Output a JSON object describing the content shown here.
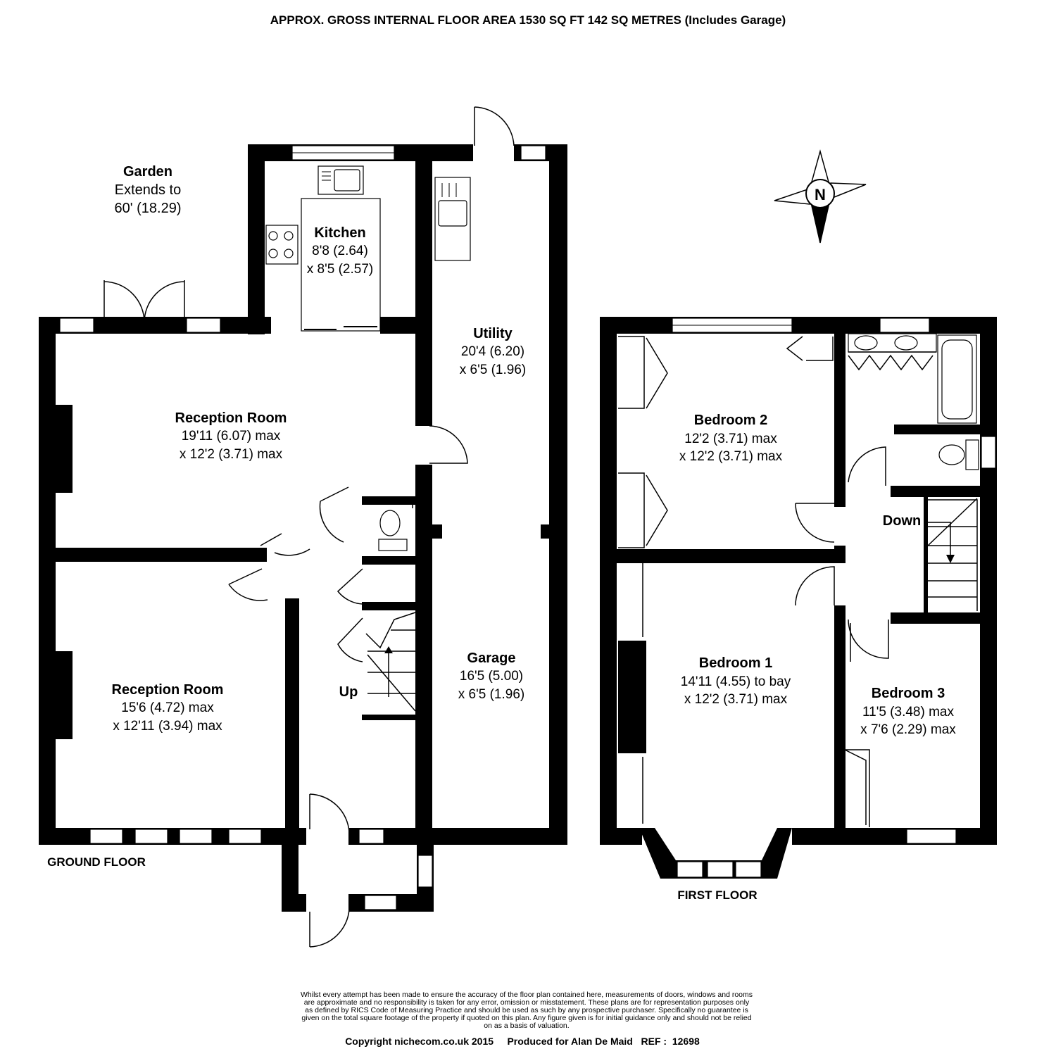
{
  "header": {
    "title": "APPROX. GROSS INTERNAL FLOOR AREA 1530 SQ FT 142 SQ METRES (Includes Garage)"
  },
  "garden": {
    "name": "Garden",
    "line1": "Extends to",
    "line2": "60' (18.29)"
  },
  "compass": {
    "label": "N"
  },
  "ground_floor": {
    "label": "GROUND FLOOR",
    "rooms": [
      {
        "name": "Kitchen",
        "dim1": "8'8 (2.64)",
        "dim2": "x 8'5 (2.57)"
      },
      {
        "name": "Utility",
        "dim1": "20'4 (6.20)",
        "dim2": "x 6'5 (1.96)"
      },
      {
        "name": "Reception Room",
        "dim1": "19'11 (6.07) max",
        "dim2": "x 12'2 (3.71) max"
      },
      {
        "name": "Reception Room",
        "dim1": "15'6 (4.72) max",
        "dim2": "x 12'11 (3.94) max"
      },
      {
        "name": "Garage",
        "dim1": "16'5 (5.00)",
        "dim2": "x 6'5 (1.96)"
      }
    ],
    "stairs": "Up"
  },
  "first_floor": {
    "label": "FIRST FLOOR",
    "rooms": [
      {
        "name": "Bedroom  2",
        "dim1": "12'2 (3.71) max",
        "dim2": "x 12'2 (3.71) max"
      },
      {
        "name": "Bedroom  1",
        "dim1": "14'11 (4.55) to bay",
        "dim2": "x 12'2 (3.71) max"
      },
      {
        "name": "Bedroom  3",
        "dim1": "11'5 (3.48) max",
        "dim2": "x 7'6 (2.29) max"
      }
    ],
    "stairs": "Down"
  },
  "footer": {
    "disclaimer": [
      "Whilst every attempt has been made to ensure the accuracy of the floor plan contained here, measurements of doors, windows and rooms",
      "are approximate and no responsibility is taken for any error, omission or misstatement. These plans are for representation purposes only",
      "as defined by RICS Code of Measuring Practice and should be used as such by any prospective purchaser.  Specifically no guarantee is",
      "given on the total square footage of the property if quoted on this plan. Any figure given is for initial guidance only and should not be relied",
      "on as a basis of valuation."
    ],
    "copyright": "Copyright nichecom.co.uk 2015     Produced for Alan De Maid   REF :  12698"
  }
}
